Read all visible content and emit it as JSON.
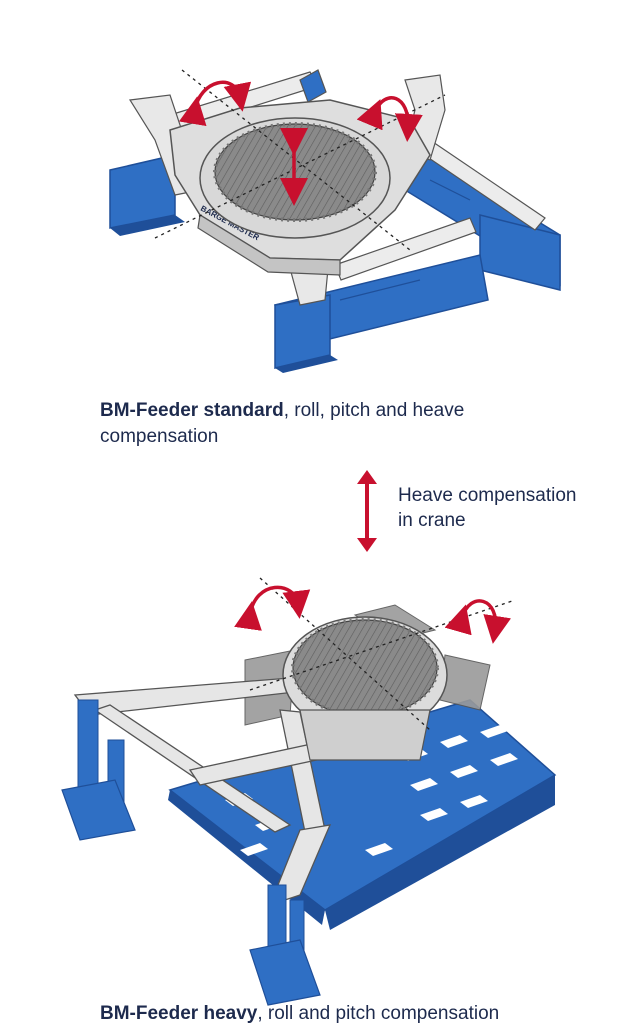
{
  "captions": {
    "standard_bold": "BM-Feeder standard",
    "standard_rest": ", roll, pitch and heave compensation",
    "heavy_bold": "BM-Feeder heavy",
    "heavy_rest": ", roll and pitch compensation"
  },
  "heave_note": {
    "line1": "Heave compensation",
    "line2": "in crane"
  },
  "logo_text": "BARGE MASTER",
  "colors": {
    "structure_blue": "#2f6fc4",
    "structure_blue_dark": "#1f4f99",
    "arrow_red": "#c8102e",
    "steel_light": "#e6e6e6",
    "steel_mid": "#bdbdbd",
    "deck_dark": "#7a7a7a",
    "text_navy": "#1d2a4d"
  }
}
